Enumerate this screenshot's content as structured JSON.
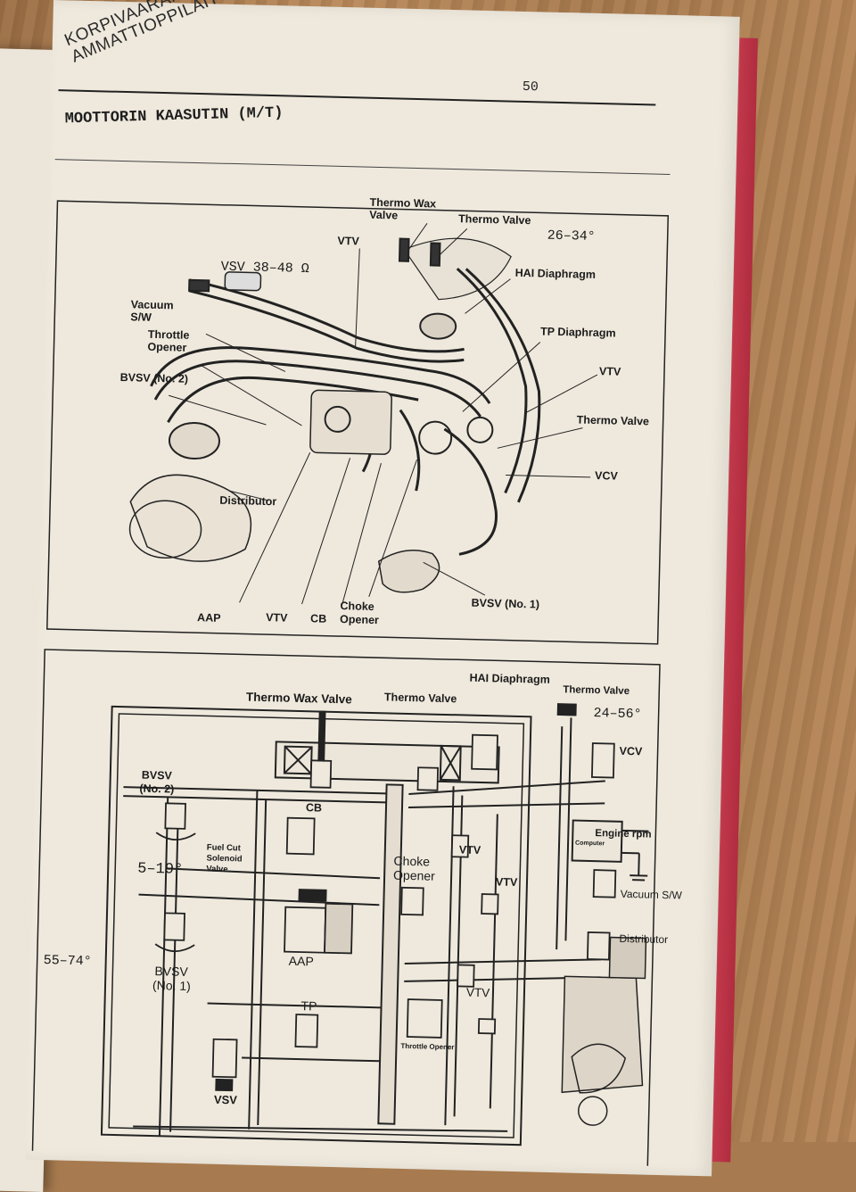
{
  "stamp": {
    "line1": "KORPIVAARAN",
    "line2": "AMMATTIOPPILAITOS"
  },
  "page_number": "50",
  "section_title": "MOOTTORIN KAASUTIN  (M/T)",
  "top_diagram": {
    "labels": {
      "thermo_wax_valve": "Thermo Wax",
      "thermo_wax_valve_2": "Valve",
      "thermo_valve": "Thermo Valve",
      "temp_range": "26–34°",
      "vtv_top": "VTV",
      "vsv": "VSV 38–48 Ω",
      "hai_diaphragm": "HAI Diaphragm",
      "vacuum_sw_1": "Vacuum",
      "vacuum_sw_2": "S/W",
      "throttle_opener_1": "Throttle",
      "throttle_opener_2": "Opener",
      "tp_diaphragm": "TP Diaphragm",
      "vtv_right": "VTV",
      "bvsv2": "BVSV (No. 2)",
      "thermo_valve_right": "Thermo Valve",
      "vcv": "VCV",
      "distributor": "Distributor",
      "bvsv1": "BVSV (No. 1)",
      "aap": "AAP",
      "vtv_bottom": "VTV",
      "cb": "CB",
      "choke_opener_1": "Choke",
      "choke_opener_2": "Opener"
    }
  },
  "bottom_diagram": {
    "labels": {
      "thermo_wax_valve": "Thermo Wax Valve",
      "thermo_valve": "Thermo Valve",
      "hai_diaphragm": "HAI Diaphragm",
      "thermo_valve_right": "Thermo Valve",
      "temp_range": "24–56°",
      "vcv": "VCV",
      "bvsv2_1": "BVSV",
      "bvsv2_2": "(No. 2)",
      "cb": "CB",
      "engine_rpm": "Engine rpm",
      "computer": "Computer",
      "fuel_cut_1": "Fuel Cut",
      "fuel_cut_2": "Solenoid",
      "fuel_cut_3": "Valve",
      "choke_opener_1": "Choke",
      "choke_opener_2": "Opener",
      "vtv_a": "VTV",
      "vtv_b": "VTV",
      "vacuum_sw": "Vacuum S/W",
      "range_bvsv2": "5–19°",
      "distributor": "Distributor",
      "aap": "AAP",
      "range_bvsv1": "55–74°",
      "bvsv1_1": "BVSV",
      "bvsv1_2": "(No. 1)",
      "vtv_c": "VTV",
      "tp": "TP",
      "throttle_opener": "Throttle Opener",
      "vsv": "VSV"
    }
  }
}
